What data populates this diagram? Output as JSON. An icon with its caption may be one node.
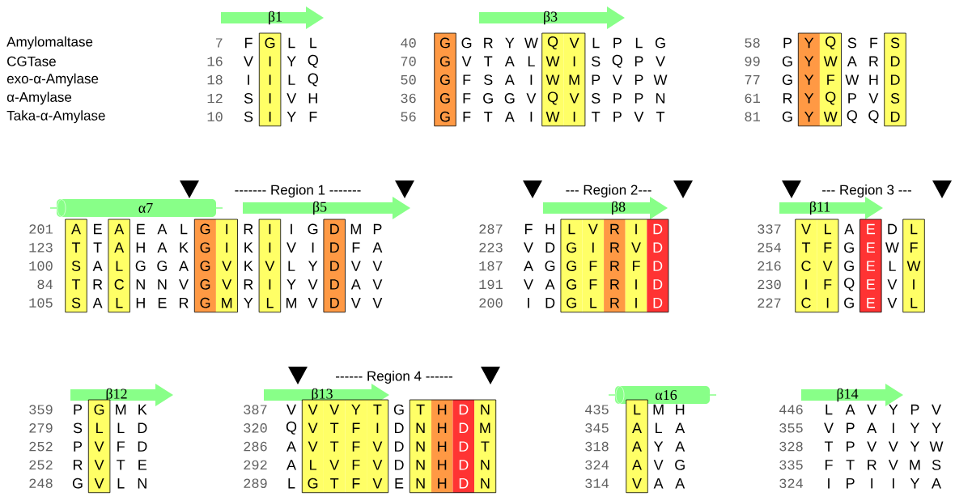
{
  "diagram": {
    "nodes": [
      {
        "text": [
          "β1"
        ]
      },
      {
        "text": [
          "β3"
        ]
      },
      {
        "text": [
          "α7"
        ]
      },
      {
        "text": [
          "β5"
        ]
      },
      {
        "text": [
          "β8"
        ]
      },
      {
        "text": [
          "β11"
        ]
      },
      {
        "text": [
          "β12"
        ]
      },
      {
        "text": [
          "β13"
        ]
      },
      {
        "text": [
          "α16"
        ]
      },
      {
        "text": [
          "β14"
        ]
      }
    ],
    "labels": [
      "Amylomaltase",
      "CGTase",
      "exo-α-Amylase",
      "α-Amylase",
      "Taka-α-Amylase",
      "7",
      "F",
      "G",
      "L",
      "L",
      "16",
      "V",
      "I",
      "Y",
      "Q",
      "18",
      "I",
      "I",
      "L",
      "Q",
      "12",
      "S",
      "I",
      "V",
      "H",
      "10",
      "S",
      "I",
      "Y",
      "F",
      "40",
      "G",
      "G",
      "R",
      "Y",
      "W",
      "Q",
      "V",
      "L",
      "P",
      "L",
      "G",
      "70",
      "G",
      "V",
      "T",
      "A",
      "L",
      "W",
      "I",
      "S",
      "Q",
      "P",
      "V",
      "50",
      "G",
      "F",
      "S",
      "A",
      "I",
      "W",
      "M",
      "P",
      "V",
      "P",
      "W",
      "36",
      "G",
      "F",
      "G",
      "G",
      "V",
      "Q",
      "V",
      "S",
      "P",
      "P",
      "N",
      "56",
      "G",
      "F",
      "T",
      "A",
      "I",
      "W",
      "I",
      "T",
      "P",
      "V",
      "T",
      "58",
      "P",
      "Y",
      "Q",
      "S",
      "F",
      "S",
      "99",
      "G",
      "Y",
      "W",
      "A",
      "R",
      "D",
      "77",
      "G",
      "Y",
      "F",
      "W",
      "H",
      "D",
      "61",
      "R",
      "Y",
      "Q",
      "P",
      "V",
      "S",
      "81",
      "G",
      "Y",
      "W",
      "Q",
      "Q",
      "D",
      "------- Region 1 -------",
      "201",
      "A",
      "E",
      "A",
      "E",
      "A",
      "L",
      "G",
      "I",
      "R",
      "I",
      "I",
      "G",
      "D",
      "M",
      "P",
      "123",
      "T",
      "T",
      "A",
      "H",
      "A",
      "K",
      "G",
      "I",
      "K",
      "I",
      "V",
      "I",
      "D",
      "F",
      "A",
      "100",
      "S",
      "A",
      "L",
      "G",
      "G",
      "A",
      "G",
      "V",
      "K",
      "V",
      "L",
      "Y",
      "D",
      "V",
      "V",
      "84",
      "T",
      "R",
      "C",
      "N",
      "N",
      "V",
      "G",
      "V",
      "R",
      "I",
      "Y",
      "V",
      "D",
      "A",
      "V",
      "105",
      "S",
      "A",
      "L",
      "H",
      "E",
      "R",
      "G",
      "M",
      "Y",
      "L",
      "M",
      "V",
      "D",
      "V",
      "V",
      "--- Region 2---",
      "287",
      "F",
      "H",
      "L",
      "V",
      "R",
      "I",
      "D",
      "223",
      "V",
      "D",
      "G",
      "I",
      "R",
      "V",
      "D",
      "187",
      "A",
      "G",
      "G",
      "F",
      "R",
      "F",
      "D",
      "191",
      "V",
      "A",
      "G",
      "F",
      "R",
      "I",
      "D",
      "200",
      "I",
      "D",
      "G",
      "L",
      "R",
      "I",
      "D",
      "--- Region 3 ---",
      "337",
      "V",
      "L",
      "A",
      "E",
      "D",
      "L",
      "254",
      "T",
      "F",
      "G",
      "E",
      "W",
      "F",
      "216",
      "C",
      "V",
      "G",
      "E",
      "L",
      "W",
      "230",
      "I",
      "F",
      "Q",
      "E",
      "V",
      "I",
      "227",
      "C",
      "I",
      "G",
      "E",
      "V",
      "L",
      "359",
      "P",
      "G",
      "M",
      "K",
      "279",
      "S",
      "L",
      "L",
      "D",
      "252",
      "P",
      "V",
      "F",
      "D",
      "252",
      "R",
      "V",
      "T",
      "E",
      "248",
      "G",
      "V",
      "L",
      "N",
      "------ Region 4 ------",
      "387",
      "V",
      "V",
      "V",
      "Y",
      "T",
      "G",
      "T",
      "H",
      "D",
      "N",
      "320",
      "Q",
      "V",
      "T",
      "F",
      "I",
      "D",
      "N",
      "H",
      "D",
      "M",
      "286",
      "A",
      "V",
      "T",
      "F",
      "V",
      "D",
      "N",
      "H",
      "D",
      "T",
      "292",
      "A",
      "L",
      "V",
      "F",
      "V",
      "D",
      "N",
      "H",
      "D",
      "N",
      "289",
      "L",
      "G",
      "T",
      "F",
      "V",
      "E",
      "N",
      "H",
      "D",
      "N",
      "435",
      "L",
      "M",
      "H",
      "345",
      "A",
      "L",
      "A",
      "318",
      "A",
      "Y",
      "A",
      "324",
      "A",
      "V",
      "G",
      "314",
      "V",
      "A",
      "A",
      "446",
      "L",
      "A",
      "V",
      "Y",
      "P",
      "V",
      "355",
      "V",
      "P",
      "A",
      "I",
      "Y",
      "Y",
      "328",
      "T",
      "P",
      "V",
      "V",
      "Y",
      "W",
      "335",
      "F",
      "T",
      "R",
      "V",
      "M",
      "S",
      "324",
      "I",
      "P",
      "I",
      "I",
      "Y",
      "A"
    ]
  }
}
